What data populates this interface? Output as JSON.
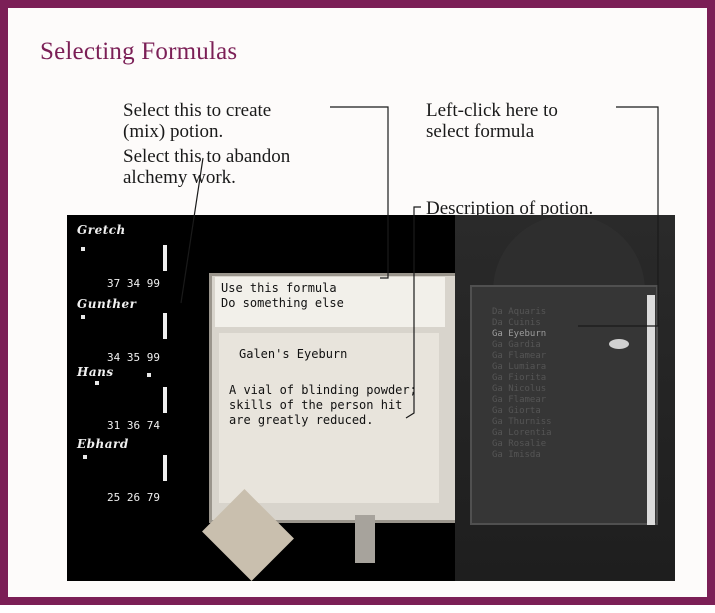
{
  "title": "Selecting Formulas",
  "callouts": {
    "create": "Select this to create\n(mix) potion.",
    "abandon": "Select this to abandon\nalchemy work.",
    "select_formula": "Left-click here to\nselect formula",
    "description": "Description of potion."
  },
  "party": [
    {
      "name": "Gretch",
      "stats": "37 34 99"
    },
    {
      "name": "Gunther",
      "stats": "34 35 99"
    },
    {
      "name": "Hans",
      "stats": "31 36 74"
    },
    {
      "name": "Ebhard",
      "stats": "25 26 79"
    }
  ],
  "menu": {
    "use_formula": "Use this formula",
    "something_else": "Do something else"
  },
  "potion": {
    "name": "Galen's Eyeburn",
    "description": "A vial of blinding powder; skills of the person hit are greatly reduced."
  },
  "formula_list": [
    "Da Aquaris",
    "Da Cuinis",
    "Ga Eyeburn",
    "Ga Gardia",
    "Ga Flamear",
    "Ga Lumiara",
    "Ga Fiorita",
    "Ga Nicolus",
    "Ga Flamear",
    "Ga Giorta",
    "Ga Thurniss",
    "Ga Lorentia",
    "Ga Rosalie",
    "Ga Imisda"
  ],
  "colors": {
    "frame": "#7b1f56",
    "title": "#7b1f56",
    "screen_bg": "#000000"
  }
}
